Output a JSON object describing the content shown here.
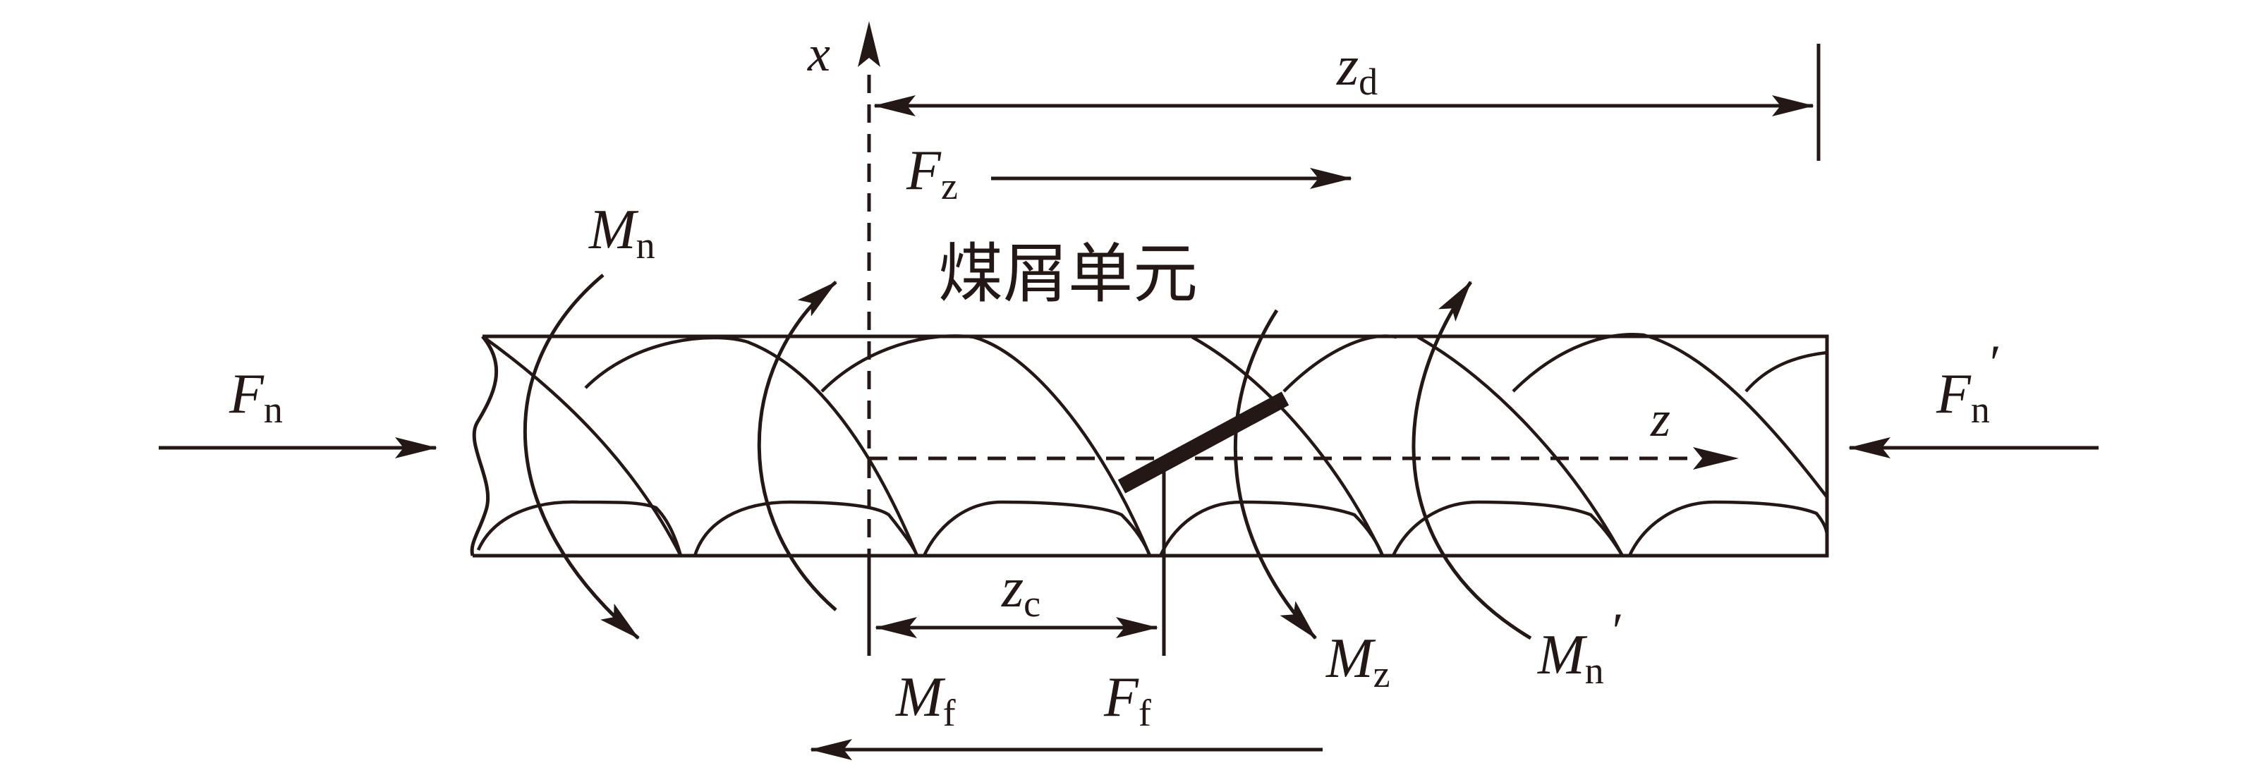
{
  "labels": {
    "axis_x": "x",
    "axis_z": "z",
    "zd": {
      "main": "z",
      "sub": "d"
    },
    "zc": {
      "main": "z",
      "sub": "c"
    },
    "Fz": {
      "main": "F",
      "sub": "z"
    },
    "Fn_left": {
      "main": "F",
      "sub": "n"
    },
    "Fn_right": {
      "main": "F",
      "sub": "n",
      "prime": "′"
    },
    "Mn_left": {
      "main": "M",
      "sub": "n"
    },
    "Mn_right": {
      "main": "M",
      "sub": "n",
      "prime": "′"
    },
    "Mz": {
      "main": "M",
      "sub": "z"
    },
    "Mf": {
      "main": "M",
      "sub": "f"
    },
    "Ff": {
      "main": "F",
      "sub": "f"
    },
    "element": "煤屑单元"
  },
  "colors": {
    "ink": "#231815",
    "background": "#ffffff"
  }
}
